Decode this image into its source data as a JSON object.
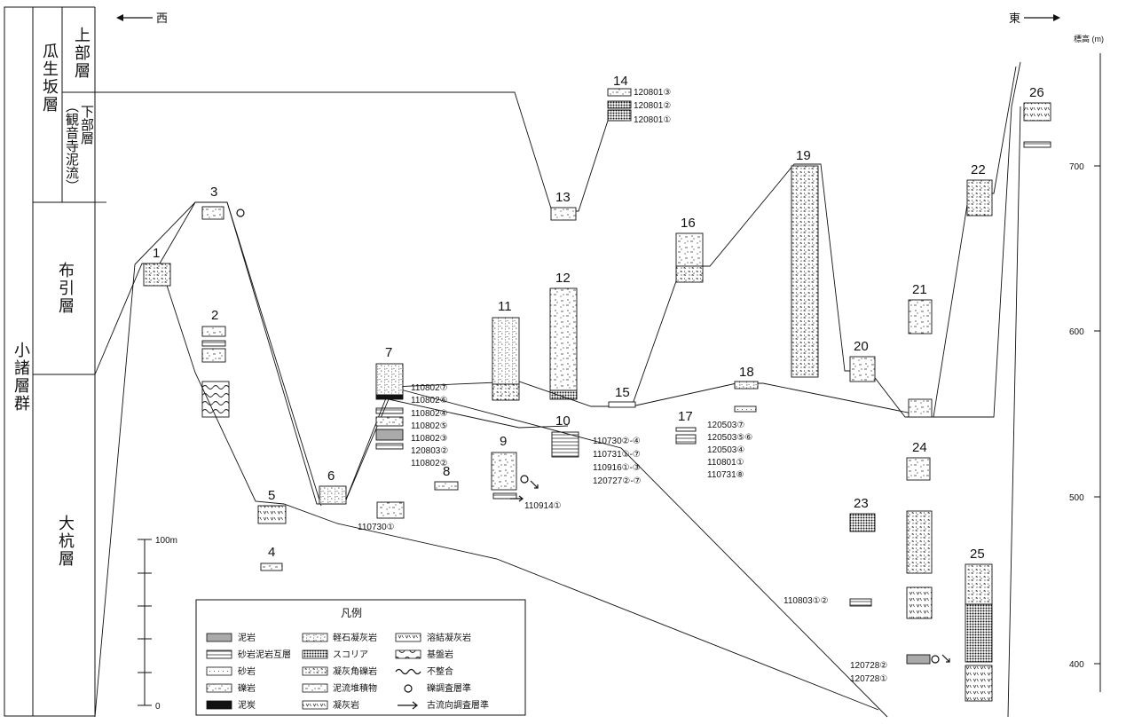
{
  "direction": {
    "west": "西",
    "east": "東"
  },
  "elevation_axis": {
    "label": "標高 (m)",
    "ticks": [
      "400",
      "500",
      "600",
      "700"
    ]
  },
  "strata": {
    "group": "小諸層群",
    "uryu_formation": "瓜生坂層",
    "uryu_upper": "上部層",
    "uryu_lower_a": "下部層",
    "uryu_lower_b": "（観音寺泥流）",
    "nunobiki": "布引層",
    "ookui": "大杭層"
  },
  "scale_bar": {
    "top_label": "100m",
    "bottom_label": "0"
  },
  "columns": [
    "1",
    "2",
    "3",
    "4",
    "5",
    "6",
    "7",
    "8",
    "9",
    "10",
    "11",
    "12",
    "13",
    "14",
    "15",
    "16",
    "17",
    "18",
    "19",
    "20",
    "21",
    "22",
    "23",
    "24",
    "25",
    "26"
  ],
  "sample_labels": {
    "s14a": "120801③",
    "s14b": "120801②",
    "s14c": "120801①",
    "s7a": "110802⑦",
    "s7b": "110802⑥",
    "s7c": "110802④",
    "s7d": "110802⑤",
    "s7e": "110802③",
    "s7f": "120803②",
    "s7g": "110802②",
    "s6": "110730①",
    "s9": "110914①",
    "s10a": "110730②-④",
    "s10b": "110731①-⑦",
    "s10c": "110916①-③",
    "s10d": "120727②-⑦",
    "s17a": "120503⑦",
    "s17b": "120503⑤⑥",
    "s17c": "120503④",
    "s17d": "110801①",
    "s17e": "110731⑧",
    "s23": "110803①②",
    "s25a": "120728②",
    "s25b": "120728①"
  },
  "legend": {
    "title": "凡例",
    "items": [
      "泥岩",
      "砂岩泥岩互層",
      "砂岩",
      "礫岩",
      "泥炭",
      "軽石凝灰岩",
      "スコリア",
      "凝灰角礫岩",
      "泥流堆積物",
      "凝灰岩",
      "溶結凝灰岩",
      "基盤岩",
      "不整合",
      "礫調査層準",
      "古流向調査層準"
    ]
  }
}
